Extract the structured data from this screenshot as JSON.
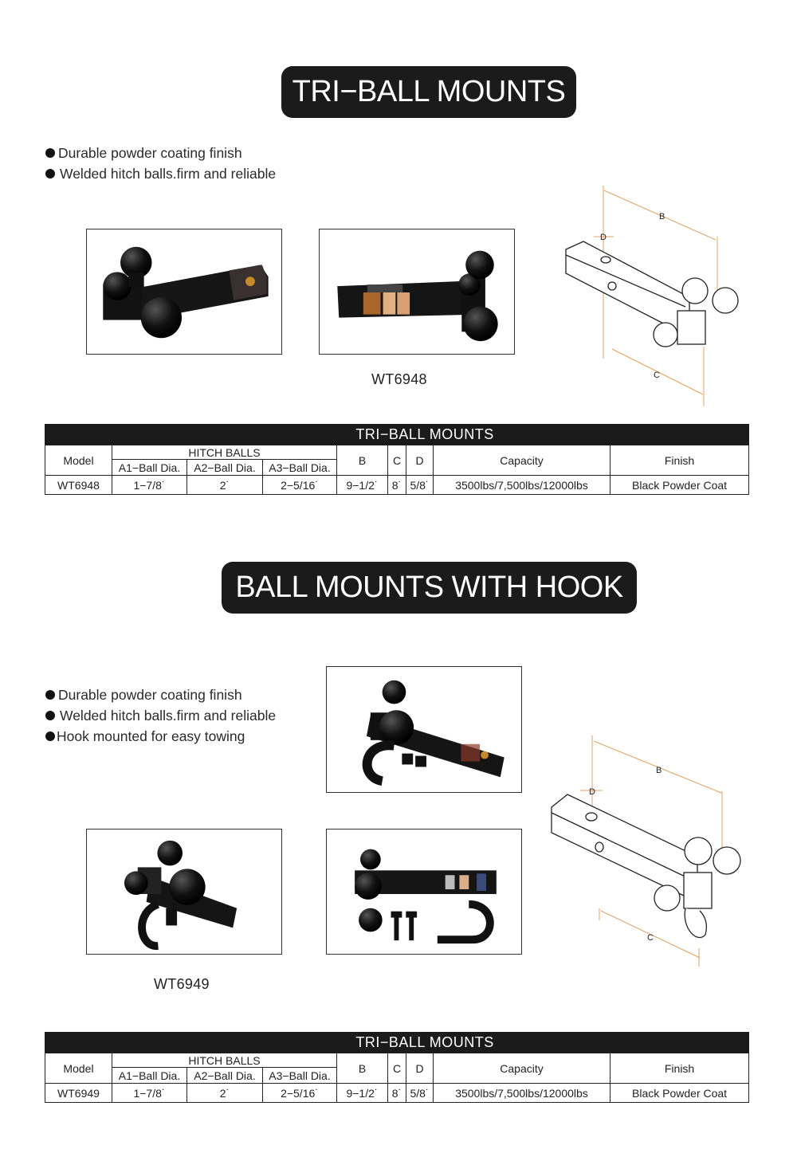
{
  "sections": [
    {
      "title": "TRI−BALL MOUNTS",
      "bullets": [
        "Durable powder coating finish",
        "Welded hitch balls.firm and reliable"
      ],
      "model_label": "WT6948",
      "images": [
        {
          "name": "tri-ball-mount-photo-angled"
        },
        {
          "name": "tri-ball-mount-photo-side"
        }
      ],
      "diagram": {
        "labels": {
          "b": "B",
          "c": "C",
          "d": "D"
        }
      },
      "table": {
        "caption": "TRI−BALL MOUNTS",
        "headers": {
          "model": "Model",
          "hitch_balls": "HITCH BALLS",
          "a1": "A1−Ball Dia.",
          "a2": "A2−Ball Dia.",
          "a3": "A3−Ball Dia.",
          "b": "B",
          "c": "C",
          "d": "D",
          "capacity": "Capacity",
          "finish": "Finish"
        },
        "rows": [
          {
            "model": "WT6948",
            "a1": "1−7/8˙",
            "a2": "2˙",
            "a3": "2−5/16˙",
            "b": "9−1/2˙",
            "c": "8˙",
            "d": "5/8˙",
            "capacity": "3500lbs/7,500lbs/12000lbs",
            "finish": "Black Powder Coat"
          }
        ]
      }
    },
    {
      "title": "BALL MOUNTS WITH HOOK",
      "bullets": [
        "Durable powder coating finish",
        "Welded hitch balls.firm and reliable",
        "Hook mounted for easy towing"
      ],
      "model_label": "WT6949",
      "images": [
        {
          "name": "hook-ball-mount-photo-tilted"
        },
        {
          "name": "hook-ball-mount-photo-front"
        },
        {
          "name": "hook-ball-mount-photo-parts"
        }
      ],
      "diagram": {
        "labels": {
          "b": "B",
          "c": "C",
          "d": "D"
        }
      },
      "table": {
        "caption": "TRI−BALL MOUNTS",
        "headers": {
          "model": "Model",
          "hitch_balls": "HITCH BALLS",
          "a1": "A1−Ball Dia.",
          "a2": "A2−Ball Dia.",
          "a3": "A3−Ball Dia.",
          "b": "B",
          "c": "C",
          "d": "D",
          "capacity": "Capacity",
          "finish": "Finish"
        },
        "rows": [
          {
            "model": "WT6949",
            "a1": "1−7/8˙",
            "a2": "2˙",
            "a3": "2−5/16˙",
            "b": "9−1/2˙",
            "c": "8˙",
            "d": "5/8˙",
            "capacity": "3500lbs/7,500lbs/12000lbs",
            "finish": "Black Powder Coat"
          }
        ]
      }
    }
  ],
  "colors": {
    "pill_bg": "#1b1b1b",
    "dimension_line": "#e0a060",
    "text": "#1a1a1a"
  }
}
